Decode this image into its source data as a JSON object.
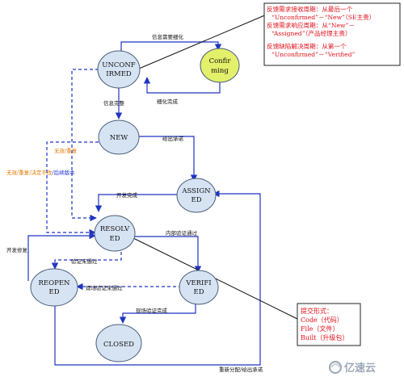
{
  "states": {
    "unconfirmed_l1": "UNCONF",
    "unconfirmed_l2": "IRMED",
    "confirming_l1": "Confir",
    "confirming_l2": "ming",
    "new": "NEW",
    "assigned_l1": "ASSIGN",
    "assigned_l2": "ED",
    "resolved_l1": "RESOLV",
    "resolved_l2": "ED",
    "reopened_l1": "REOPEN",
    "reopened_l2": "ED",
    "verified_l1": "VERIFI",
    "verified_l2": "ED",
    "closed": "CLOSED"
  },
  "transitions": {
    "info_needs_refinement": "信息需要细化",
    "refinement_done": "细化完成",
    "info_complete": "信息完整",
    "assign_commit": "给出承诺",
    "dev_done": "开发完成",
    "internal_verify_pass": "内部验证通过",
    "verify_fail": "验证未通过",
    "field_verify_fail": "现场验证未通过",
    "field_verify_done": "现场验证完成",
    "dev_fix": "开发修复",
    "reassign_commit": "重新分配/给出承诺",
    "invalid_dup": "无效/重复",
    "resolution_part1": "无效/重复/",
    "resolution_part2": "决定不改",
    "resolution_part3": "/后续版本"
  },
  "callout_top": {
    "line1": "反馈需求接收周期：从最后一个",
    "line2": "“Unconfirmed”－“New”（SE主责）",
    "line3": "反馈需求响应周期：从“New”－",
    "line4": "“Assigned”（产品经理主责）",
    "line5": "反馈缺陷解决周期：从第一个",
    "line6": "“Unconfirmed”－“Verified”"
  },
  "callout_bottom": {
    "title": "提交形式：",
    "line1": "Code（代码）",
    "line2": "File（文件）",
    "line3": "Built（升级包）"
  },
  "watermark": "亿速云",
  "colors": {
    "node_fill": "#d6e3f3",
    "confirming_fill": "#e3f06a",
    "arrow": "#1f35c2",
    "callout_text": "#e0101a",
    "orange_text": "#e07a00",
    "blue_text": "#1a2fd0"
  }
}
